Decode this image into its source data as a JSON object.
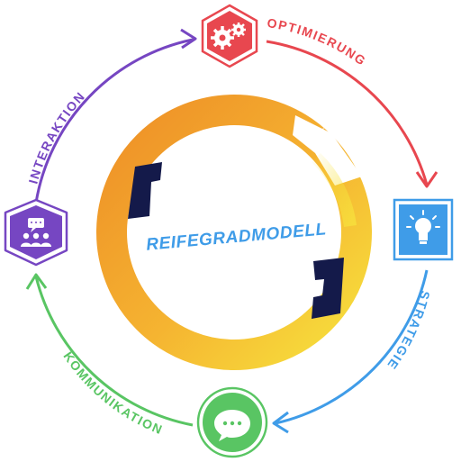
{
  "diagram": {
    "center_label": "REIFEGRADMODELL",
    "stages": [
      {
        "key": "optimierung",
        "label": "OPTIMIERUNG",
        "icon": "gears-icon",
        "color": "#e8474f"
      },
      {
        "key": "strategie",
        "label": "STRATEGIE",
        "icon": "lightbulb-icon",
        "color": "#3f9ce8"
      },
      {
        "key": "kommunikation",
        "label": "KOMMUNIKATION",
        "icon": "chat-bubble-icon",
        "color": "#59c563"
      },
      {
        "key": "interaktion",
        "label": "INTERAKTION",
        "icon": "people-chat-icon",
        "color": "#7646c2"
      }
    ],
    "colors": {
      "ring_gradient_start": "#f0952a",
      "ring_gradient_end": "#f7e03c",
      "quote_marks": "#141a4a",
      "center_text": "#3f9ce8"
    }
  }
}
